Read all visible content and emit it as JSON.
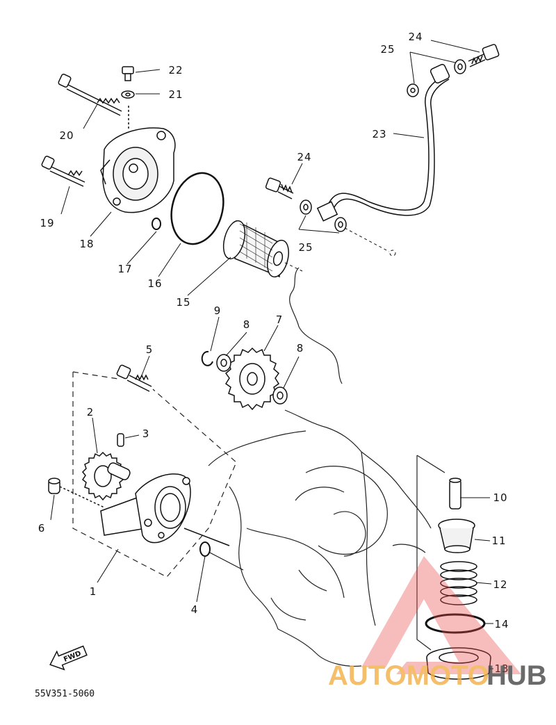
{
  "diagram": {
    "part_code": "55V351-5060",
    "direction_label": "FWD",
    "callouts": [
      {
        "id": "c1",
        "label": "1"
      },
      {
        "id": "c2",
        "label": "2"
      },
      {
        "id": "c3",
        "label": "3"
      },
      {
        "id": "c4",
        "label": "4"
      },
      {
        "id": "c5",
        "label": "5"
      },
      {
        "id": "c6",
        "label": "6"
      },
      {
        "id": "c7",
        "label": "7"
      },
      {
        "id": "c8a",
        "label": "8"
      },
      {
        "id": "c8b",
        "label": "8"
      },
      {
        "id": "c9",
        "label": "9"
      },
      {
        "id": "c10",
        "label": "10"
      },
      {
        "id": "c11",
        "label": "11"
      },
      {
        "id": "c12",
        "label": "12"
      },
      {
        "id": "c13",
        "label": "13"
      },
      {
        "id": "c14",
        "label": "14"
      },
      {
        "id": "c15",
        "label": "15"
      },
      {
        "id": "c16",
        "label": "16"
      },
      {
        "id": "c17",
        "label": "17"
      },
      {
        "id": "c18",
        "label": "18"
      },
      {
        "id": "c19",
        "label": "19"
      },
      {
        "id": "c20",
        "label": "20"
      },
      {
        "id": "c21",
        "label": "21"
      },
      {
        "id": "c22",
        "label": "22"
      },
      {
        "id": "c23",
        "label": "23"
      },
      {
        "id": "c24a",
        "label": "24"
      },
      {
        "id": "c24b",
        "label": "24"
      },
      {
        "id": "c25a",
        "label": "25"
      },
      {
        "id": "c25b",
        "label": "25"
      }
    ]
  },
  "watermark": {
    "text_left": "AUTOMOTO",
    "text_right": "HUB",
    "color_triangle": "#e84a4a",
    "color_left": "#f2b04a",
    "color_right": "#4a4a4a"
  }
}
